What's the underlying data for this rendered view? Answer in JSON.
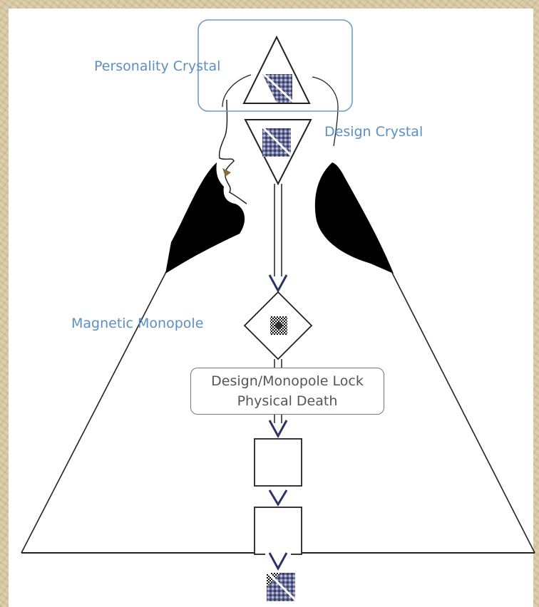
{
  "labels": {
    "personality_crystal": "Personality Crystal",
    "design_crystal": "Design Crystal",
    "magnetic_monopole": "Magnetic Monopole",
    "lock_line1": "Design/Monopole Lock",
    "lock_line2": "Physical Death"
  },
  "colors": {
    "label_blue": "#5b8fc6",
    "frame_blue": "#6a9ccc",
    "arrow_navy": "#2a3566",
    "silhouette": "#000000",
    "background_parchment": "#d8c7a2"
  },
  "icons": [
    "crystal-texture-icon",
    "monopole-icon",
    "arrow-down-icon"
  ]
}
